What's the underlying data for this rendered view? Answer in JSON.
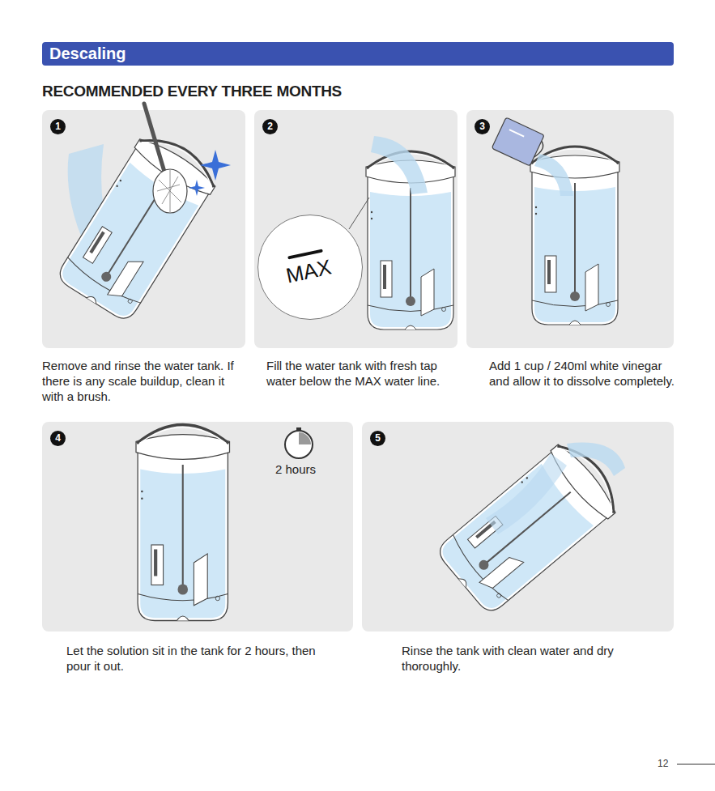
{
  "diagram": {
    "title": "Descaling",
    "nodes": [
      {
        "text": [
          "1",
          "Remove and rinse the water tank. If there is any scale buildup, clean it with a brush."
        ]
      },
      {
        "text": [
          "2",
          "Fill the water tank with fresh tap water below the MAX water line."
        ]
      },
      {
        "text": [
          "MAX"
        ],
        "in": 1
      },
      {
        "text": [
          "3",
          "Add 1 cup / 240ml white vinegar and allow it to dissolve completely."
        ]
      },
      {
        "text": [
          "4",
          "2 hours",
          "Let the solution sit in the tank for 2 hours, then pour it out."
        ]
      },
      {
        "text": [
          "5",
          "Rinse the tank with clean water and dry thoroughly."
        ]
      }
    ],
    "labels": [
      "RECOMMENDED EVERY THREE MONTHS",
      "12"
    ]
  }
}
